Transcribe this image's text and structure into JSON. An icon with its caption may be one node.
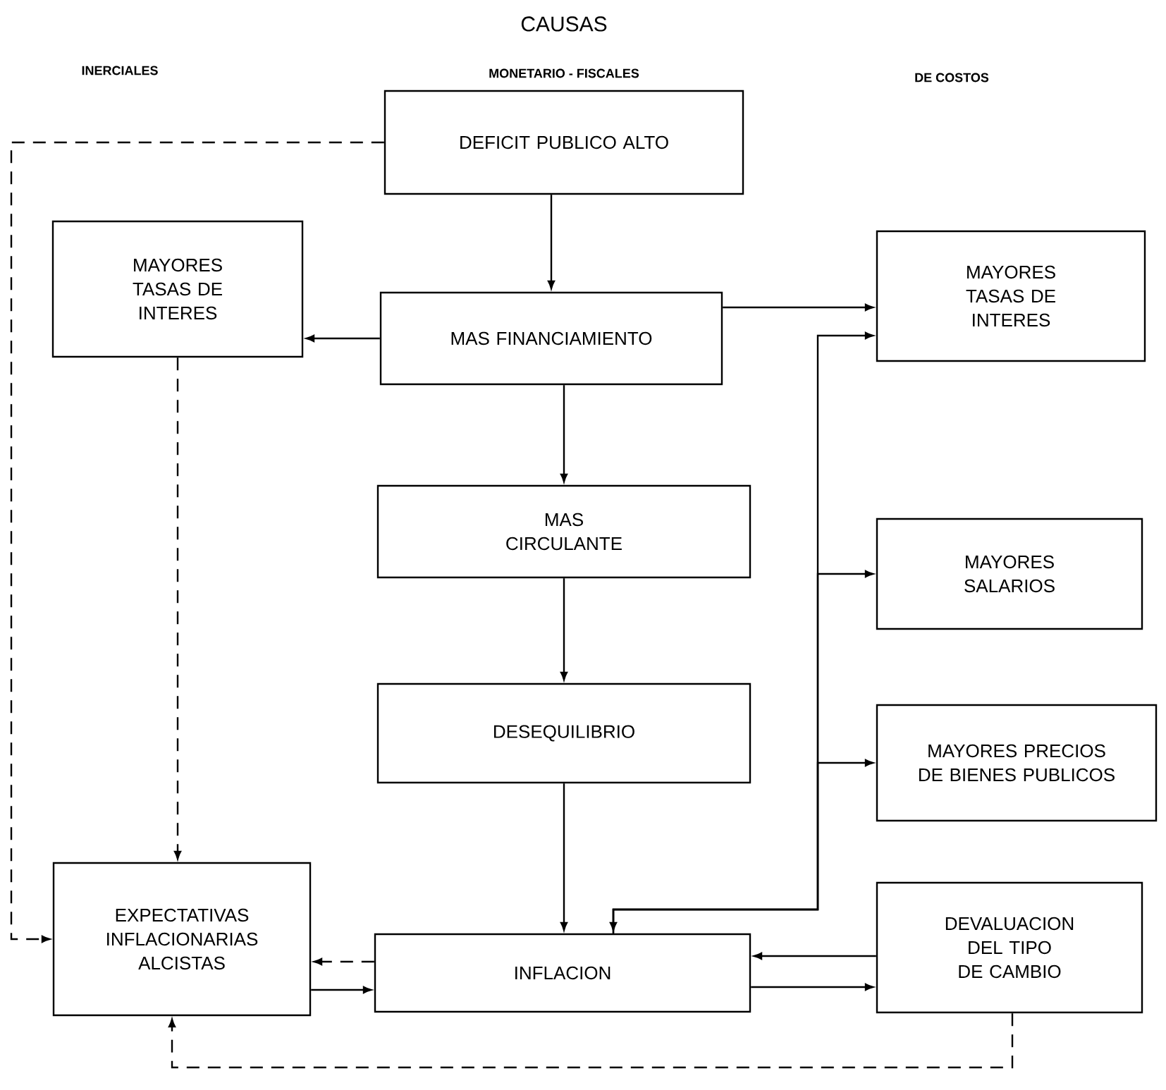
{
  "diagram": {
    "title": "CAUSAS",
    "nodes": [
      {
        "text": [
          "DEFICIT PUBLICO ALTO"
        ]
      },
      {
        "text": [
          "MAYORES TASAS DE INTERES"
        ]
      },
      {
        "text": [
          "MAS FINANCIAMIENTO"
        ]
      },
      {
        "text": [
          "MAYORES TASAS DE INTERES"
        ]
      },
      {
        "text": [
          "MAS CIRCULANTE"
        ]
      },
      {
        "text": [
          "MAYORES SALARIOS"
        ]
      },
      {
        "text": [
          "DESEQUILIBRIO"
        ]
      },
      {
        "text": [
          "MAYORES PRECIOS DE BIENES PUBLICOS"
        ]
      },
      {
        "text": [
          "EXPECTATIVAS INFLACIONARIAS ALCISTAS"
        ]
      },
      {
        "text": [
          "INFLACION"
        ]
      },
      {
        "text": [
          "DEVALUACION DEL TIPO DE CAMBIO"
        ]
      }
    ],
    "edges": [
      {
        "from": 0,
        "to": 2,
        "arrow": "to"
      },
      {
        "from": 2,
        "to": 1,
        "arrow": "to"
      },
      {
        "from": 2,
        "to": 3,
        "arrow": "to"
      },
      {
        "from": 0,
        "to": 8,
        "arrow": "to",
        "style": "dashed"
      },
      {
        "from": 1,
        "to": 8,
        "arrow": "to",
        "style": "dashed"
      },
      {
        "from": 2,
        "to": 4,
        "arrow": "to"
      },
      {
        "from": 4,
        "to": 6,
        "arrow": "to"
      },
      {
        "from": 6,
        "to": 9,
        "arrow": "to"
      },
      {
        "from": 9,
        "to": 3,
        "arrow": "both"
      },
      {
        "from": 9,
        "to": 5,
        "arrow": "to"
      },
      {
        "from": 9,
        "to": 7,
        "arrow": "to"
      },
      {
        "from": 10,
        "to": 9,
        "arrow": "to"
      },
      {
        "from": 9,
        "to": 10,
        "arrow": "to"
      },
      {
        "from": 9,
        "to": 8,
        "arrow": "to",
        "style": "dashed"
      },
      {
        "from": 8,
        "to": 9,
        "arrow": "to"
      },
      {
        "from": 10,
        "to": 8,
        "arrow": "to",
        "style": "dashed"
      }
    ],
    "labels": [
      "INERCIALES",
      "MONETARIO - FISCALES",
      "DE COSTOS"
    ]
  }
}
